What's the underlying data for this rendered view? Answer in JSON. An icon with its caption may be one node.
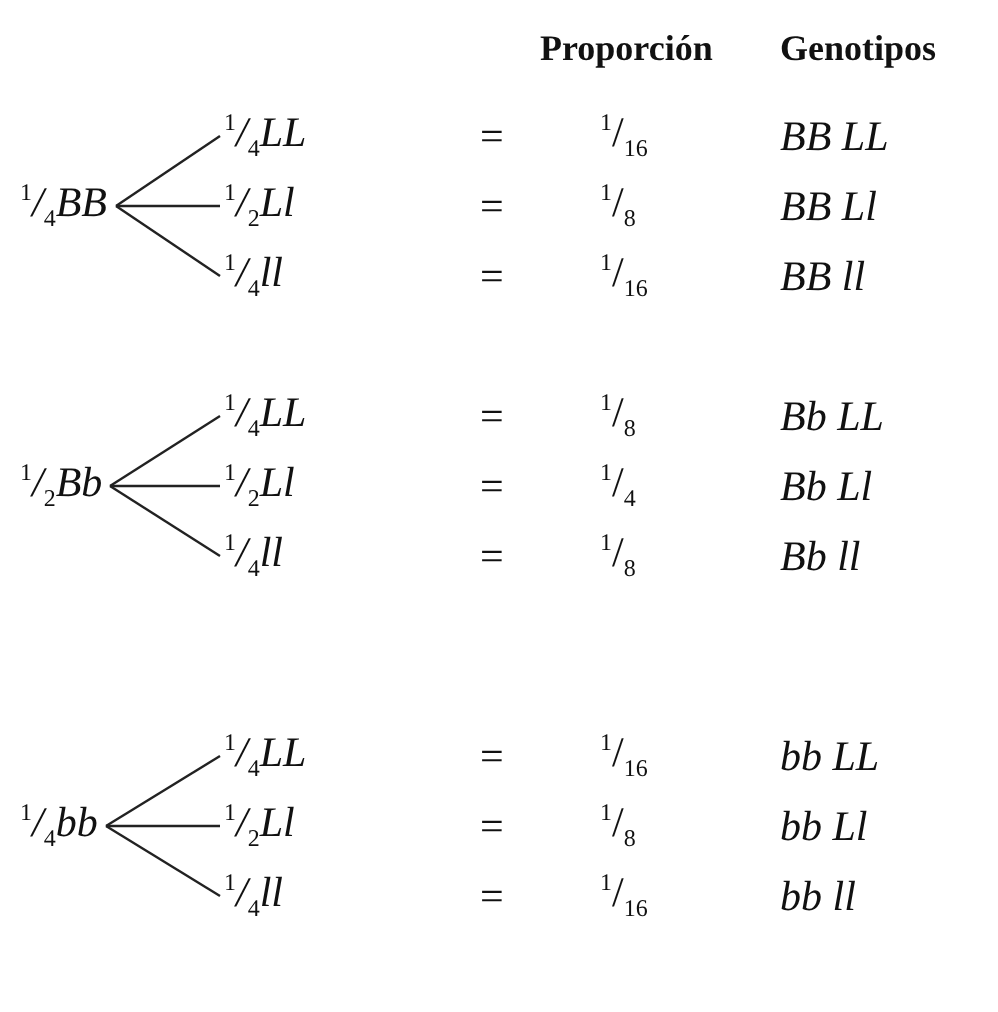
{
  "diagram": {
    "nodes": [
      {
        "text": [
          "$^{1}$/$_{4}$BB"
        ]
      },
      {
        "text": [
          "$^{1}$/$_{4}$LL"
        ]
      },
      {
        "text": [
          "$^{1}$/$_{2}$Ll"
        ]
      },
      {
        "text": [
          "$^{1}$/$_{4}$ll"
        ]
      },
      {
        "text": [
          "$^{1}$/$_{2}$Bb"
        ]
      },
      {
        "text": [
          "$^{1}$/$_{4}$LL"
        ]
      },
      {
        "text": [
          "$^{1}$/$_{2}$Ll"
        ]
      },
      {
        "text": [
          "$^{1}$/$_{4}$ll"
        ]
      },
      {
        "text": [
          "$^{1}$/$_{4}$bb"
        ]
      },
      {
        "text": [
          "$^{1}$/$_{4}$LL"
        ]
      },
      {
        "text": [
          "$^{1}$/$_{2}$Ll"
        ]
      },
      {
        "text": [
          "$^{1}$/$_{4}$ll"
        ]
      }
    ],
    "edges": [
      {
        "from": 0,
        "to": 1,
        "arrow": "none"
      },
      {
        "from": 0,
        "to": 2,
        "arrow": "none"
      },
      {
        "from": 0,
        "to": 3,
        "arrow": "none"
      },
      {
        "from": 4,
        "to": 5,
        "arrow": "none"
      },
      {
        "from": 4,
        "to": 6,
        "arrow": "none"
      },
      {
        "from": 4,
        "to": 7,
        "arrow": "none"
      },
      {
        "from": 8,
        "to": 9,
        "arrow": "none"
      },
      {
        "from": 8,
        "to": 10,
        "arrow": "none"
      },
      {
        "from": 8,
        "to": 11,
        "arrow": "none"
      }
    ],
    "labels": [
      "Proporción",
      "Genotipos",
      "=",
      "$^{1}$/$_{16}$",
      "BB LL",
      "=",
      "$^{1}$/$_{8}$",
      "BB Ll",
      "=",
      "$^{1}$/$_{16}$",
      "BB ll",
      "=",
      "$^{1}$/$_{8}$",
      "Bb LL",
      "=",
      "$^{1}$/$_{4}$",
      "Bb Ll",
      "=",
      "$^{1}$/$_{8}$",
      "Bb ll",
      "=",
      "$^{1}$/$_{16}$",
      "bb LL",
      "=",
      "$^{1}$/$_{8}$",
      "bb Ll",
      "=",
      "$^{1}$/$_{16}$",
      "bb ll"
    ]
  }
}
